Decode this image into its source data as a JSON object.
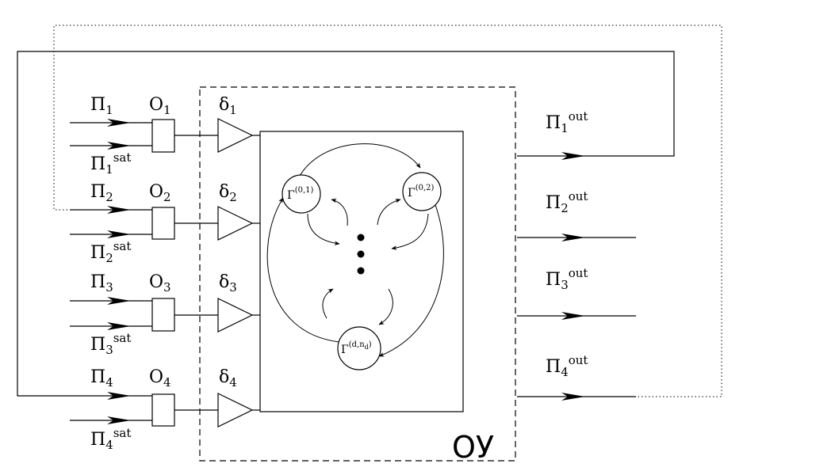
{
  "inputs": [
    {
      "pi": "Π",
      "sub": "1",
      "sat_sup": "sat",
      "o": "O",
      "o_sub": "1",
      "delta": "δ",
      "delta_sub": "1"
    },
    {
      "pi": "Π",
      "sub": "2",
      "sat_sup": "sat",
      "o": "O",
      "o_sub": "2",
      "delta": "δ",
      "delta_sub": "2"
    },
    {
      "pi": "Π",
      "sub": "3",
      "sat_sup": "sat",
      "o": "O",
      "o_sub": "3",
      "delta": "δ",
      "delta_sub": "3"
    },
    {
      "pi": "Π",
      "sub": "4",
      "sat_sup": "sat",
      "o": "O",
      "o_sub": "4",
      "delta": "δ",
      "delta_sub": "4"
    }
  ],
  "outputs": [
    {
      "pi": "Π",
      "sub": "1",
      "sup": "out"
    },
    {
      "pi": "Π",
      "sub": "2",
      "sup": "out"
    },
    {
      "pi": "Π",
      "sub": "3",
      "sup": "out"
    },
    {
      "pi": "Π",
      "sub": "4",
      "sup": "out"
    }
  ],
  "nodes": {
    "g01": {
      "base": "Γ",
      "sup": "(0,1)"
    },
    "g02": {
      "base": "Γ",
      "sup": "(0,2)"
    },
    "gd": {
      "base": "Γ",
      "sup_open": "(d,n",
      "sup_sub": "d",
      "sup_close": ")"
    }
  },
  "ou_label": "ОУ"
}
